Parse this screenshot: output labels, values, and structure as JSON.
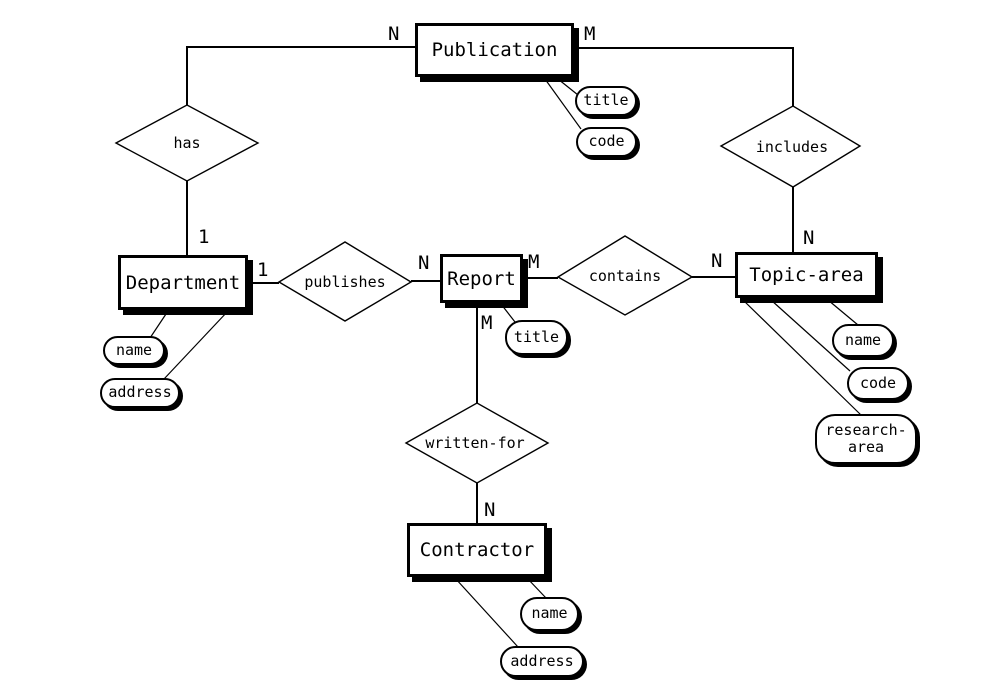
{
  "diagram": {
    "colors": {
      "ink": "#000000",
      "background": "#ffffff"
    },
    "entities": {
      "publication": {
        "label": "Publication"
      },
      "department": {
        "label": "Department"
      },
      "report": {
        "label": "Report"
      },
      "topic_area": {
        "label": "Topic-area"
      },
      "contractor": {
        "label": "Contractor"
      }
    },
    "relationships": {
      "has": {
        "label": "has"
      },
      "includes": {
        "label": "includes"
      },
      "publishes": {
        "label": "publishes"
      },
      "contains": {
        "label": "contains"
      },
      "written_for": {
        "label": "written-for"
      }
    },
    "attributes": {
      "publication_title": {
        "label": "title"
      },
      "publication_code": {
        "label": "code"
      },
      "department_name": {
        "label": "name"
      },
      "department_address": {
        "label": "address"
      },
      "report_title": {
        "label": "title"
      },
      "topic_area_name": {
        "label": "name"
      },
      "topic_area_code": {
        "label": "code"
      },
      "topic_area_research_area": {
        "label": "research-\narea"
      },
      "contractor_name": {
        "label": "name"
      },
      "contractor_address": {
        "label": "address"
      }
    },
    "cardinalities": {
      "publication_has": "N",
      "publication_includes": "M",
      "department_has": "1",
      "department_publishes": "1",
      "report_publishes": "N",
      "report_contains": "M",
      "report_written_for": "M",
      "topic_area_contains": "N",
      "topic_area_includes": "N",
      "contractor_written_for": "N"
    }
  }
}
